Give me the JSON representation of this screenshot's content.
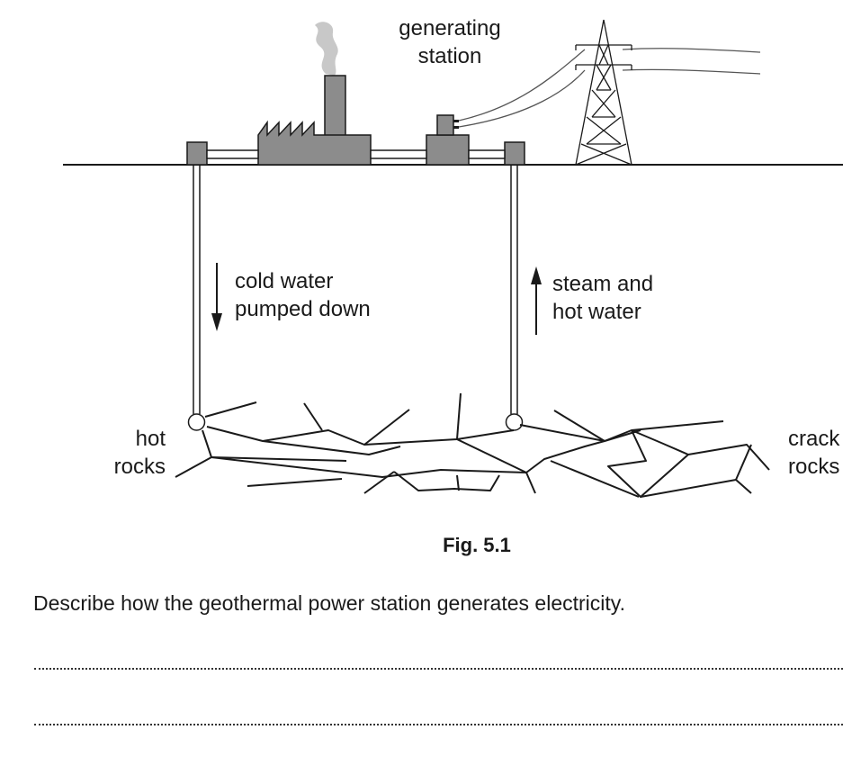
{
  "labels": {
    "generating_station": [
      "generating",
      "station"
    ],
    "cold_water": [
      "cold water",
      "pumped down"
    ],
    "steam": [
      "steam and",
      "hot water"
    ],
    "hot_rocks": [
      "hot",
      "rocks"
    ],
    "cracked_rocks": [
      "crack",
      "rocks"
    ]
  },
  "caption": "Fig. 5.1",
  "question": "Describe how the geothermal power station generates electricity.",
  "answer_lines": 2,
  "colors": {
    "building_fill": "#8c8c8c",
    "smoke": "#c8c8c8",
    "line": "#1a1a1a"
  }
}
